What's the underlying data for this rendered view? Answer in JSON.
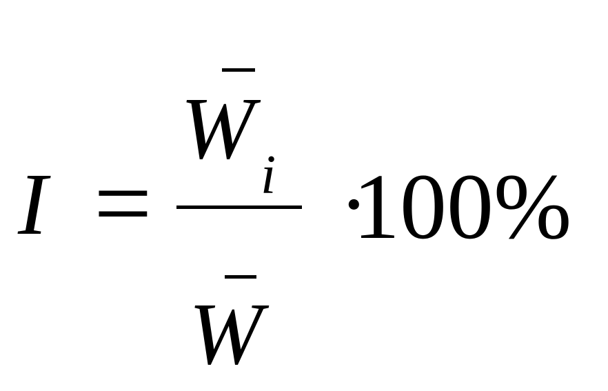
{
  "formula": {
    "lhs": "I",
    "equals": "=",
    "numerator": {
      "variable": "W",
      "subscript": "i"
    },
    "denominator": {
      "variable": "W"
    },
    "operator": "·",
    "multiplier": "100%"
  }
}
